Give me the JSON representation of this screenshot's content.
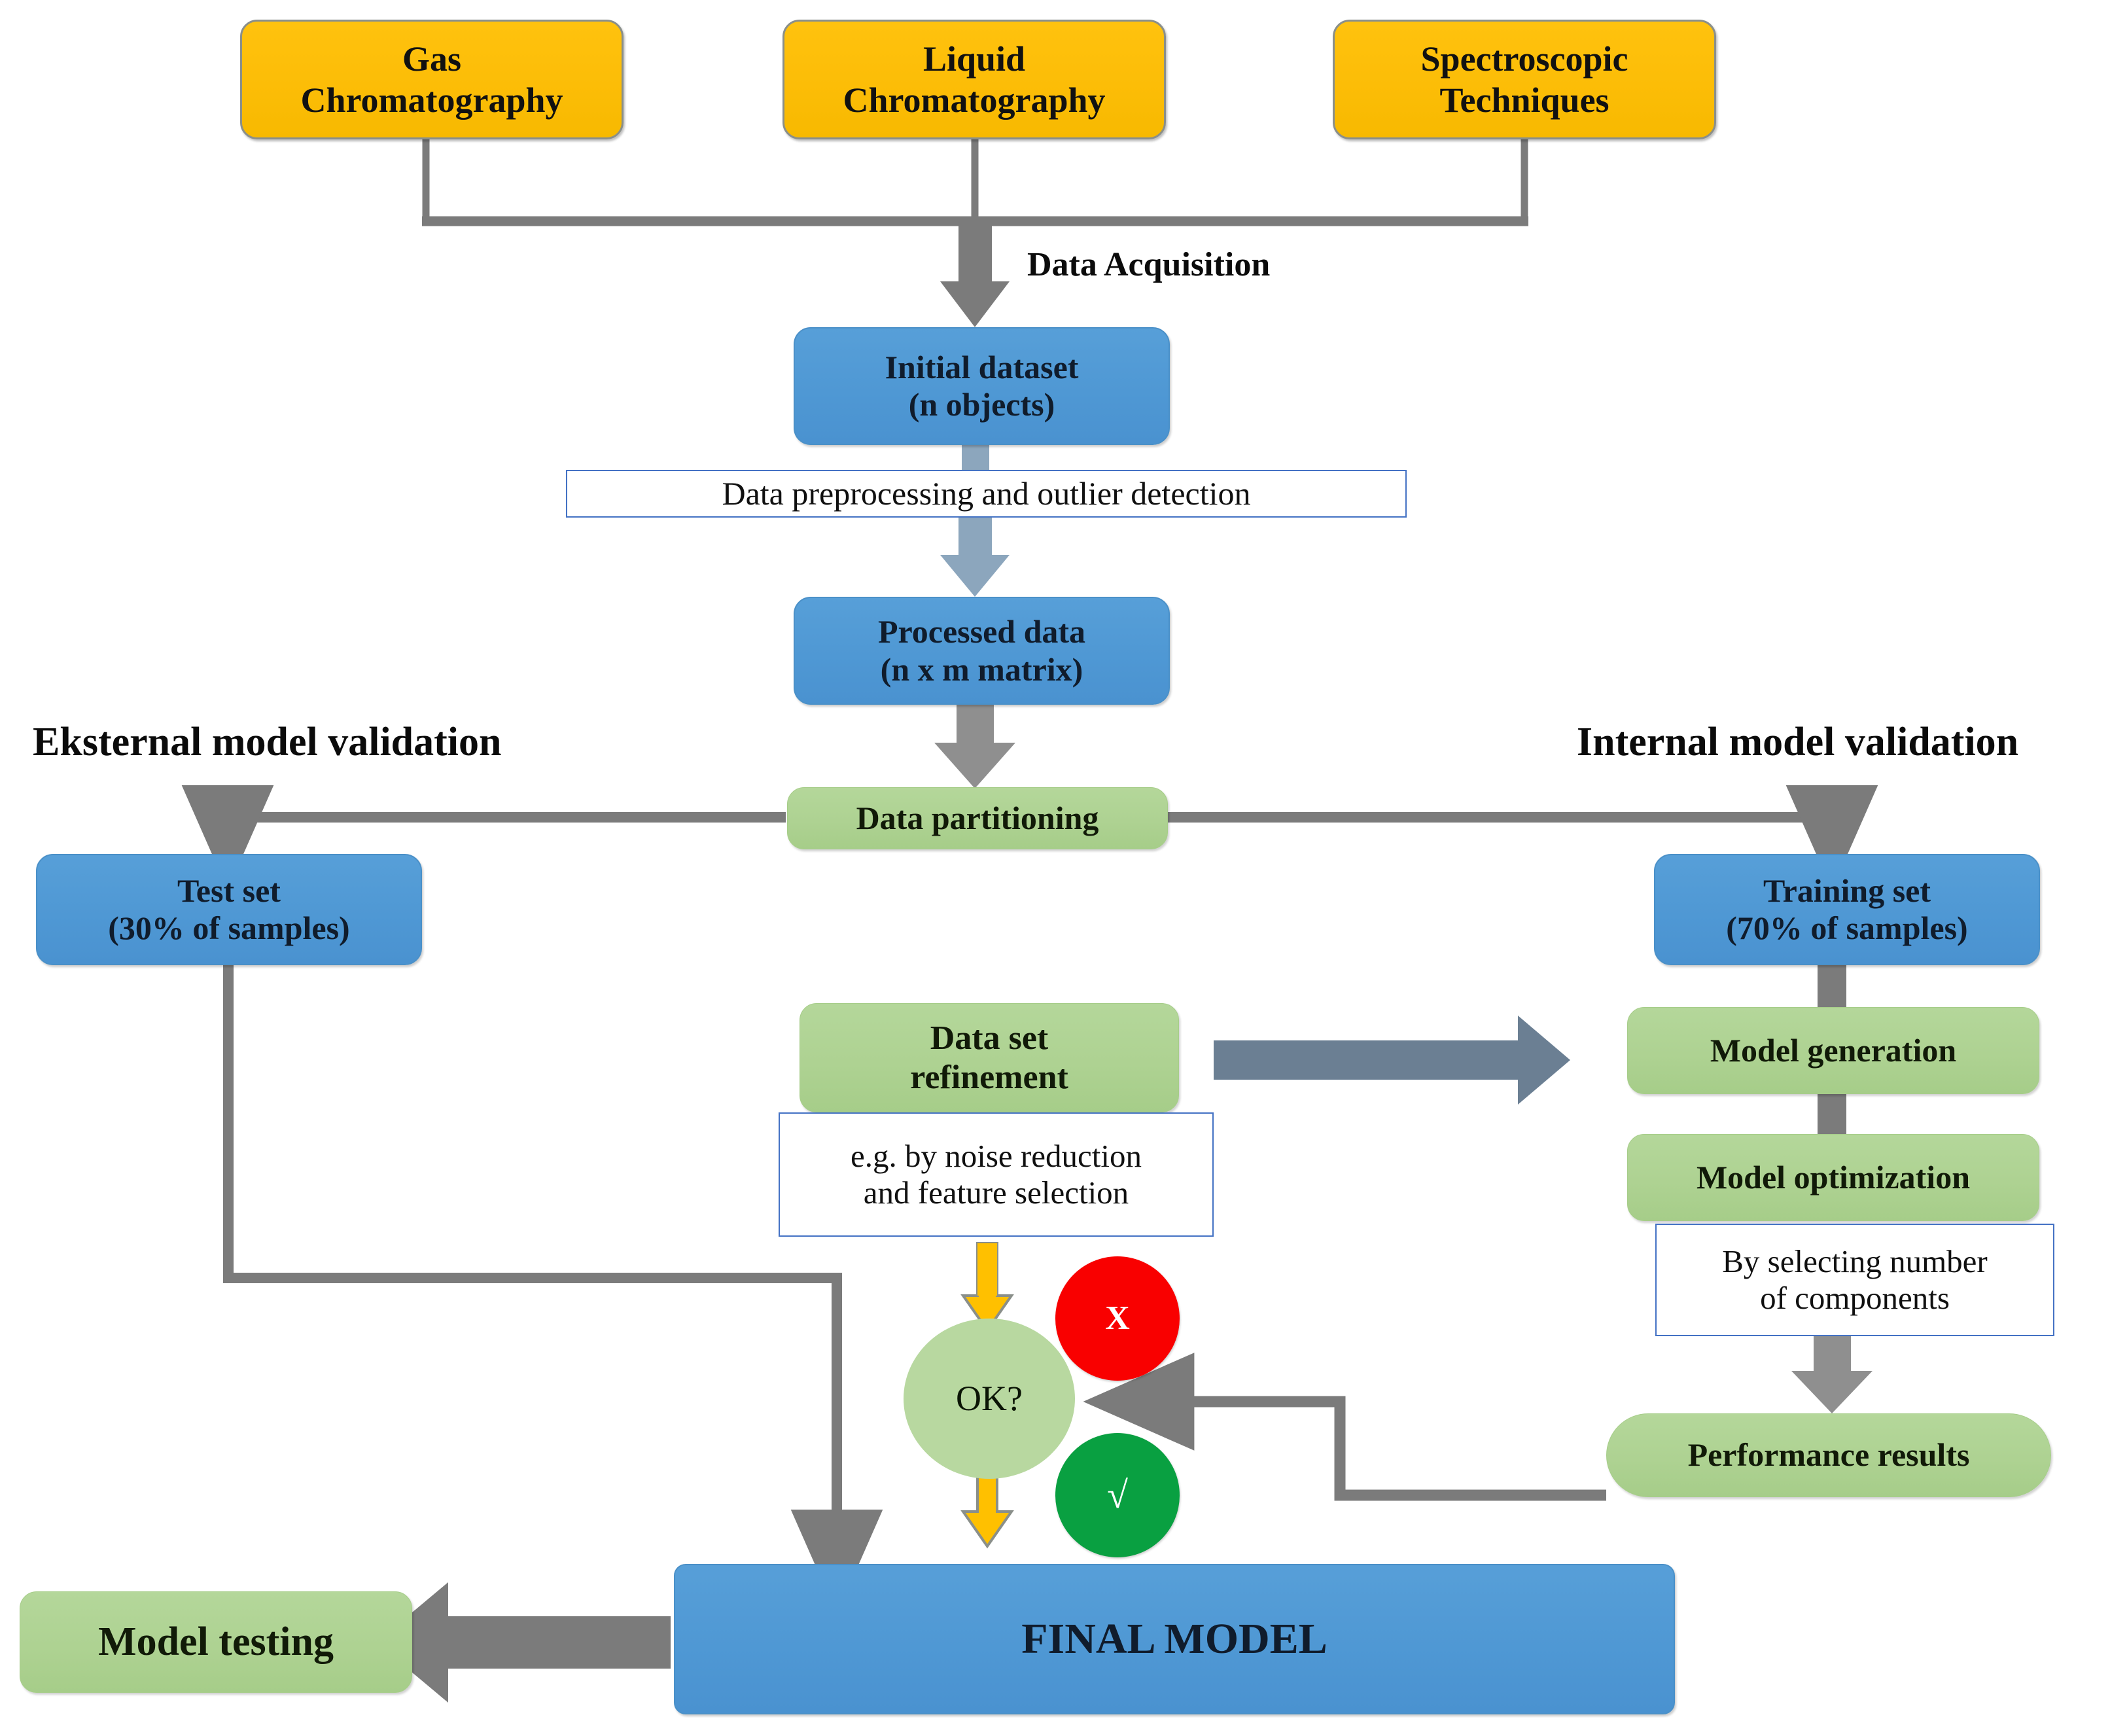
{
  "colors": {
    "yellow": "#FFC20E",
    "blue": "#4F98D4",
    "green": "#AED292",
    "green_pale": "#B8D8A0",
    "red": "#F90000",
    "green_circle": "#09A041",
    "connector_gray": "#7B7B7B",
    "arrow_yellow": "#FFC000",
    "note_border": "#4472C4"
  },
  "sources": [
    {
      "id": "gas-chromatography",
      "line1": "Gas",
      "line2": "Chromatography"
    },
    {
      "id": "liquid-chromatography",
      "line1": "Liquid",
      "line2": "Chromatography"
    },
    {
      "id": "spectroscopic",
      "line1": "Spectroscopic",
      "line2": "Techniques"
    }
  ],
  "edge_labels": {
    "data_acquisition": "Data Acquisition"
  },
  "pipeline": {
    "initial_dataset": {
      "line1": "Initial dataset",
      "line2": "(n objects)"
    },
    "preprocessing_note": "Data preprocessing and outlier detection",
    "processed_data": {
      "line1": "Processed data",
      "line2": "(n x m matrix)"
    },
    "data_partitioning": "Data partitioning"
  },
  "validation_headings": {
    "external": "Eksternal model validation",
    "internal": "Internal model validation"
  },
  "splits": {
    "test_set": {
      "line1": "Test set",
      "line2": "(30% of samples)"
    },
    "training_set": {
      "line1": "Training set",
      "line2": "(70% of samples)"
    }
  },
  "refinement": {
    "title_line1": "Data set",
    "title_line2": "refinement",
    "note_line1": "e.g. by noise reduction",
    "note_line2": "and feature selection"
  },
  "internal_branch": {
    "model_generation": "Model generation",
    "model_optimization": "Model optimization",
    "optimization_note_line1": "By selecting number",
    "optimization_note_line2": "of components",
    "performance_results": "Performance results"
  },
  "decision": {
    "label": "OK?",
    "fail_symbol": "X",
    "pass_symbol": "√"
  },
  "outputs": {
    "final_model": "FINAL MODEL",
    "model_testing": "Model testing"
  }
}
